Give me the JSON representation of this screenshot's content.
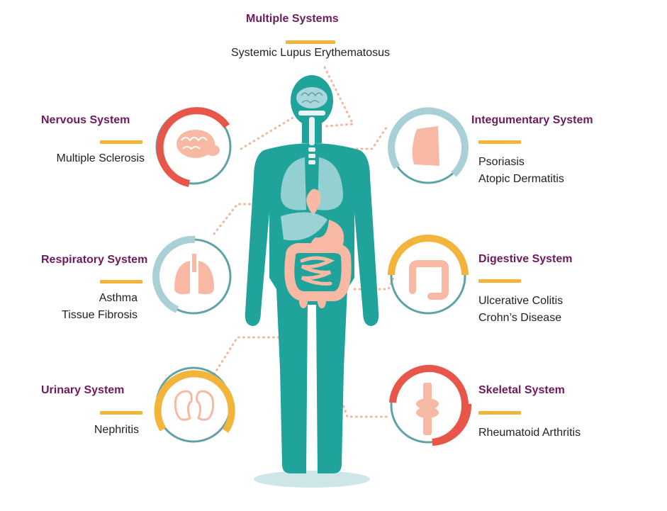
{
  "colors": {
    "title": "#6e1a5c",
    "bar": "#f3b43c",
    "body": "#1fa39b",
    "organ": "#f7b9a3",
    "ring_red": "#e8564a",
    "ring_blue": "#a8d0d6",
    "ring_yellow": "#f3b43c",
    "ring_teal": "#5fa3a8"
  },
  "systems": {
    "multiple": {
      "title": "Multiple Systems",
      "diseases": [
        "Systemic Lupus Erythematosus"
      ]
    },
    "nervous": {
      "title": "Nervous System",
      "diseases": [
        "Multiple Sclerosis"
      ],
      "icon": "brain-icon"
    },
    "integumentary": {
      "title": "Integumentary System",
      "diseases": [
        "Psoriasis",
        "Atopic Dermatitis"
      ],
      "icon": "skin-icon"
    },
    "respiratory": {
      "title": "Respiratory System",
      "diseases": [
        "Asthma",
        "Tissue Fibrosis"
      ],
      "icon": "lungs-icon"
    },
    "digestive": {
      "title": "Digestive System",
      "diseases": [
        "Ulcerative Colitis",
        "Crohn’s Disease"
      ],
      "icon": "intestine-icon"
    },
    "urinary": {
      "title": "Urinary System",
      "diseases": [
        "Nephritis"
      ],
      "icon": "kidneys-icon"
    },
    "skeletal": {
      "title": "Skeletal System",
      "diseases": [
        "Rheumatoid Arthritis"
      ],
      "icon": "knee-joint-icon"
    }
  }
}
